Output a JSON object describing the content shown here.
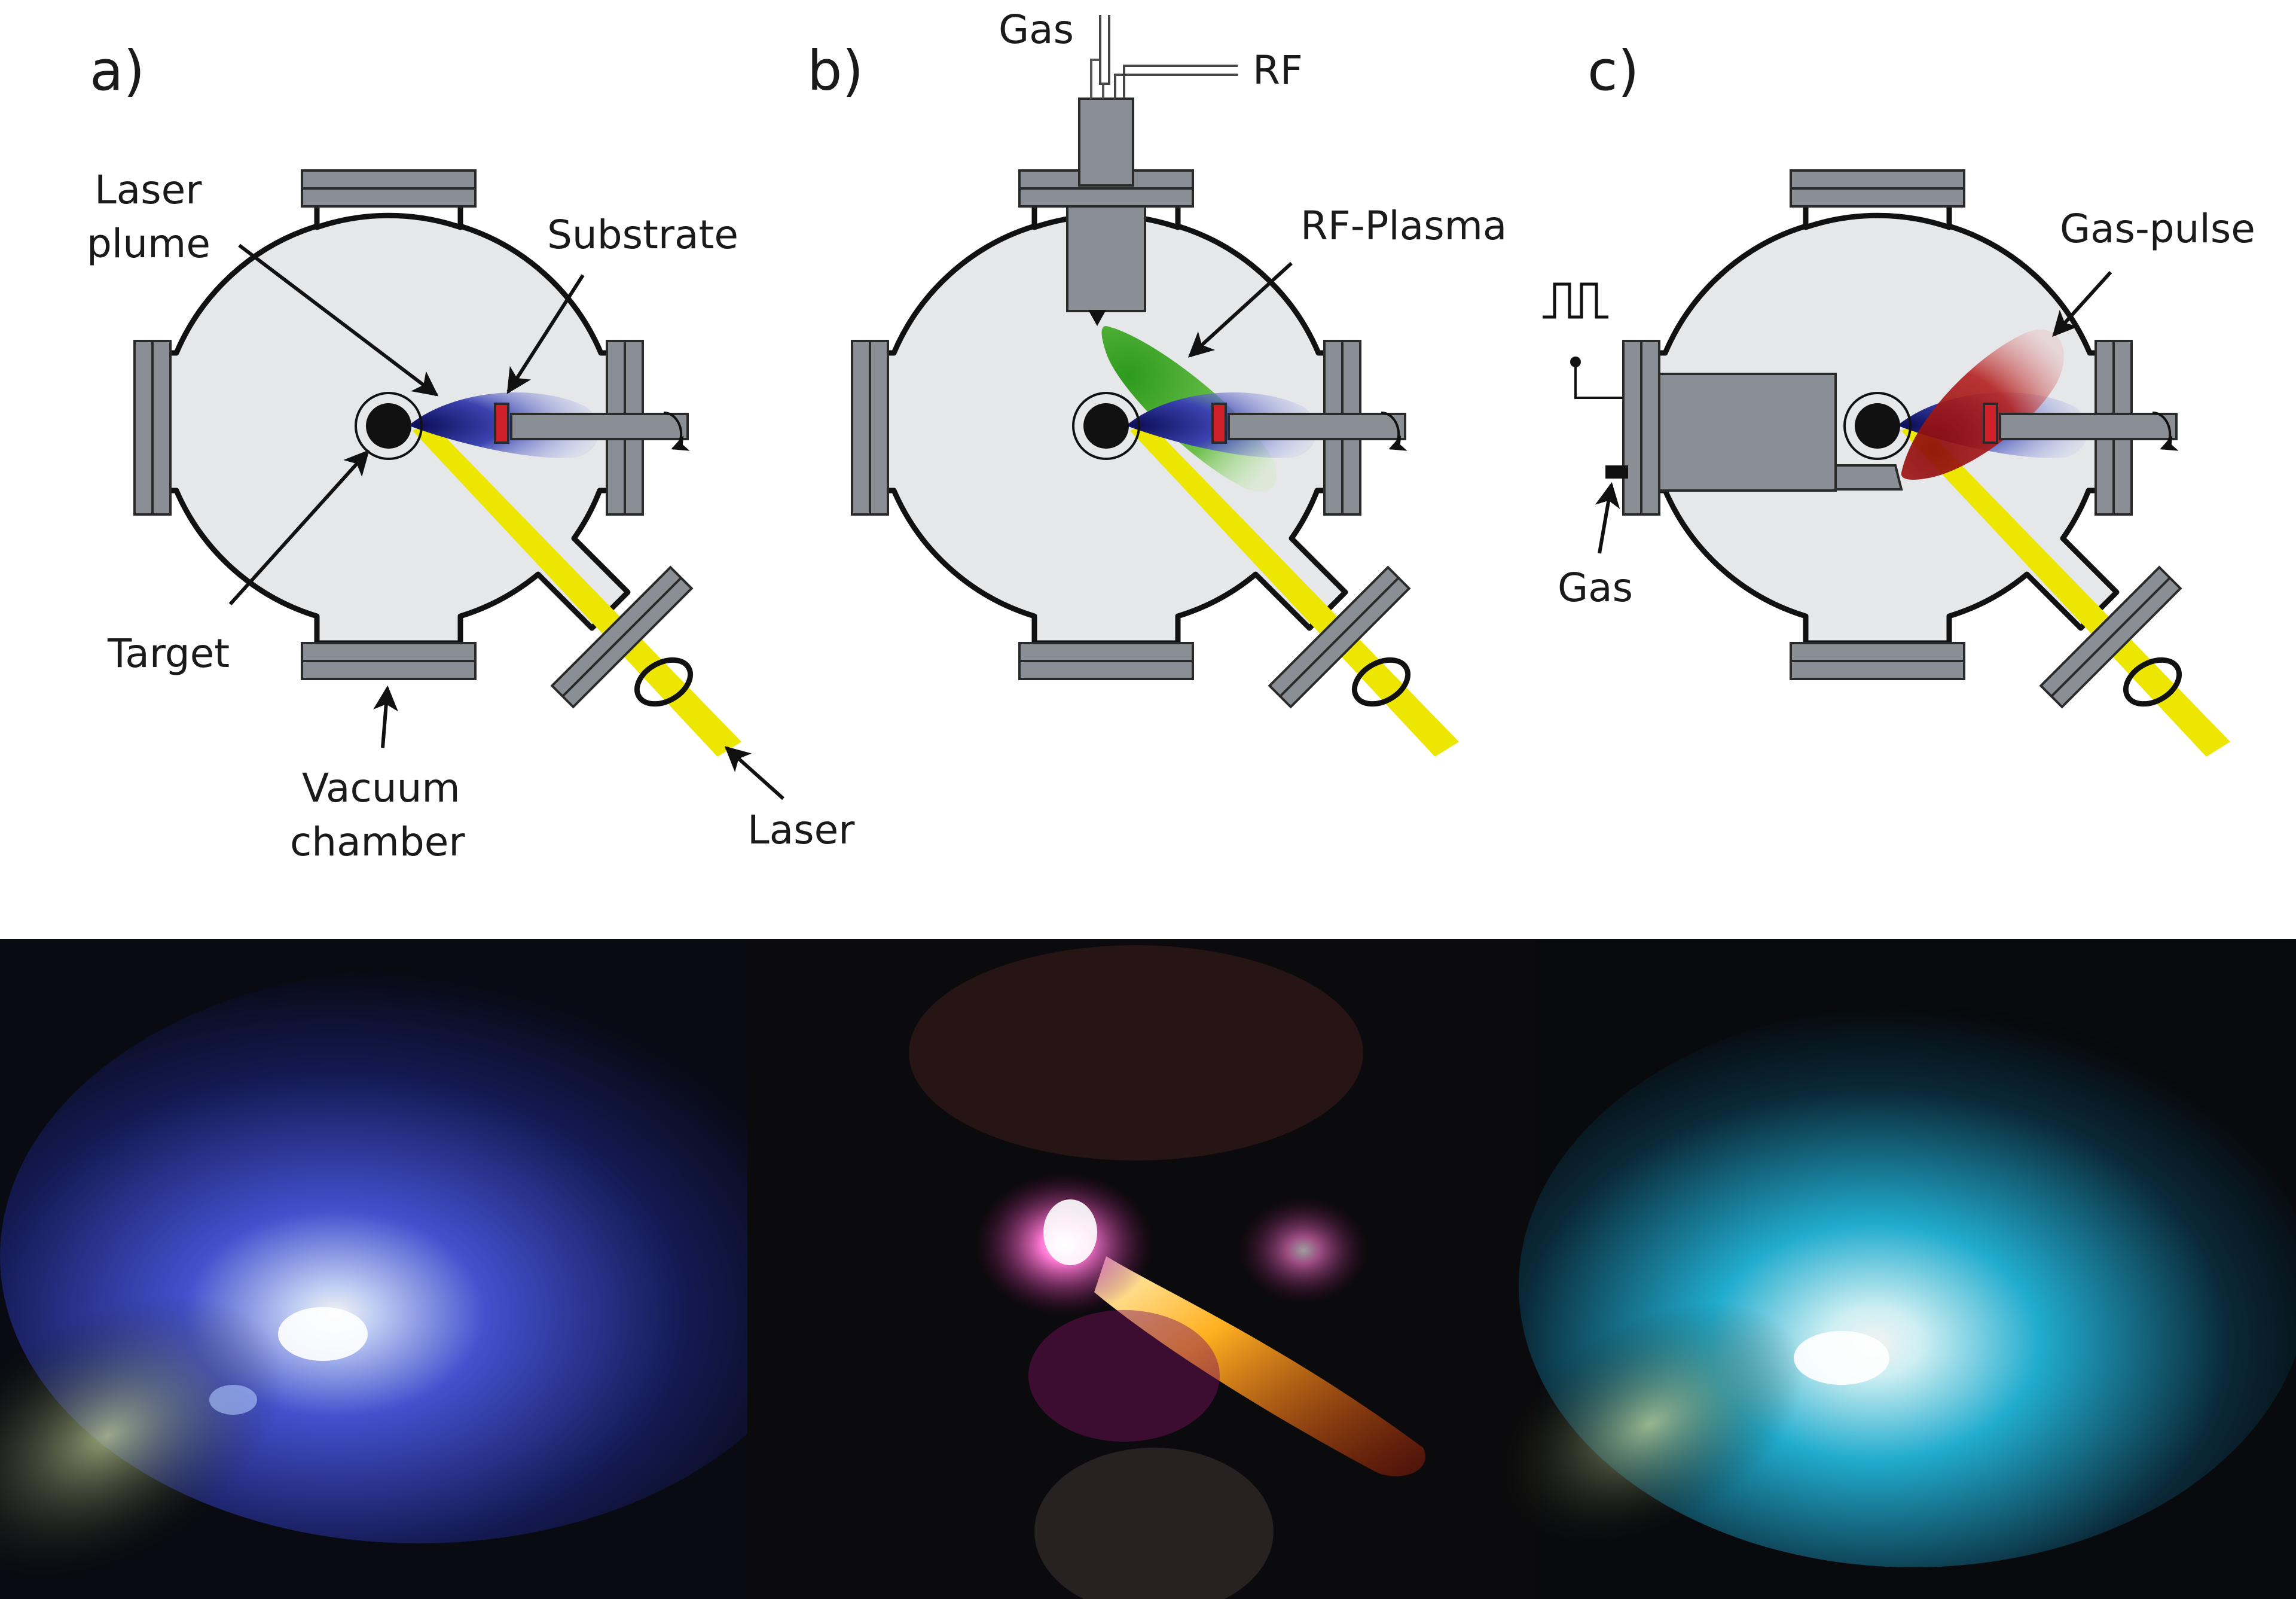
{
  "panels": [
    {
      "letter": "a)",
      "labels": {
        "laser_plume": [
          "Laser",
          "plume"
        ],
        "substrate": "Substrate",
        "target": "Target",
        "vacuum_chamber": [
          "Vacuum",
          "chamber"
        ],
        "laser": "Laser"
      }
    },
    {
      "letter": "b)",
      "labels": {
        "gas": "Gas",
        "rf": "RF",
        "rf_plasma": "RF-Plasma"
      }
    },
    {
      "letter": "c)",
      "labels": {
        "gas_pulse": "Gas-pulse",
        "gas": "Gas"
      }
    }
  ],
  "colors": {
    "chamber_fill": "#e6e7e9",
    "flange": "#8a8f96",
    "laser_beam": "#ece600",
    "plume_blue": "#2a2f9a",
    "substrate_red": "#d0202a",
    "rf_plasma_green": "#46b030",
    "gas_pulse_red": "#b01818",
    "photo_background": "#0b0c10"
  },
  "photos": [
    {
      "description_icon": "photo-laser-plume-blue"
    },
    {
      "description_icon": "photo-rf-plasma-orange"
    },
    {
      "description_icon": "photo-gas-pulse-cyan"
    }
  ]
}
